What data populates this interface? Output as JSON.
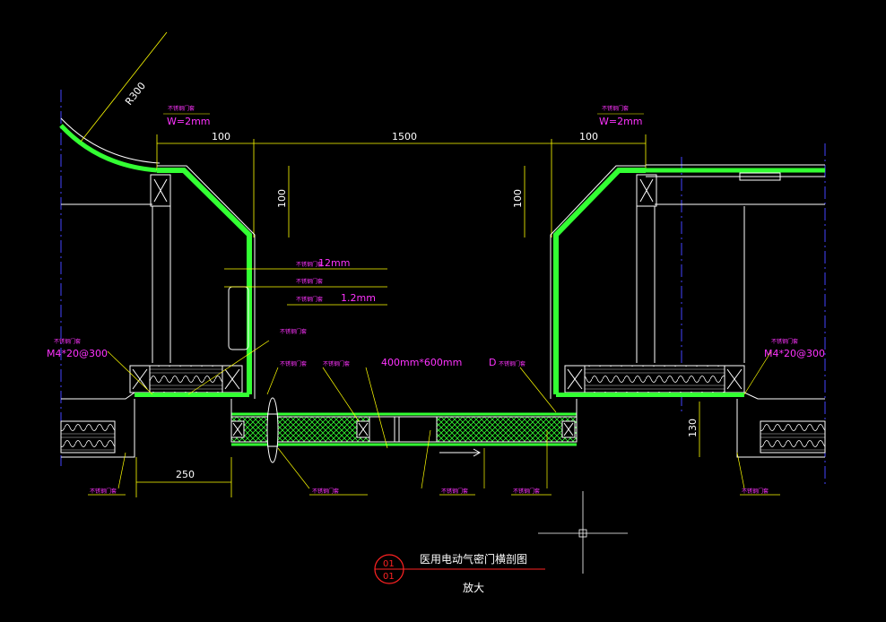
{
  "colors": {
    "background": "#000000",
    "yellow": "#ffff00",
    "green": "#33ff33",
    "white": "#ffffff",
    "magenta": "#ff33ff",
    "blue": "#4444ff",
    "red": "#ff2222"
  },
  "dims": {
    "radius": "R300",
    "width_left": "100",
    "width_center": "1500",
    "width_right": "100",
    "height_left": "100",
    "height_right": "100",
    "bottom_left": "250",
    "bottom_right": "130"
  },
  "labels": {
    "weld_left": "W=2mm",
    "weld_right": "W=2mm",
    "stone_note": "12mm",
    "steel_note": "1.2mm",
    "window_note": "400mm*600mm",
    "gasket_note": "D",
    "screw_left": "M4*20@300",
    "screw_right": "M4*20@300",
    "tag_small": "不锈钢门套"
  },
  "title": {
    "main": "医用电动气密门横剖图",
    "sub": "放大",
    "bubble_top": "01",
    "bubble_bottom": "01"
  }
}
